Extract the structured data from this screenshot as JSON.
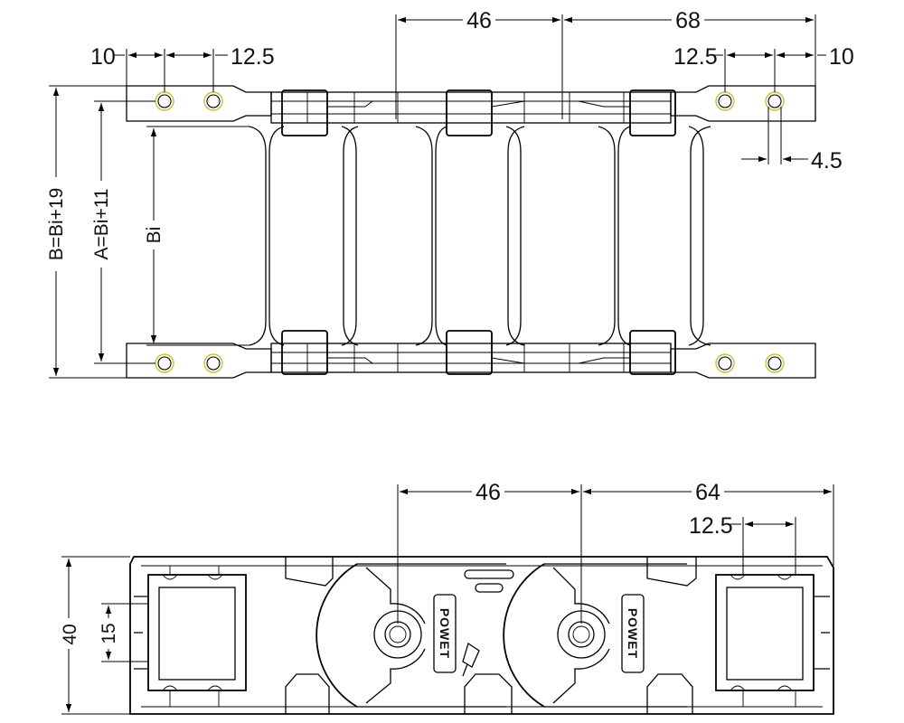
{
  "top_view": {
    "dim_pitch": "46",
    "dim_end_length": "68",
    "dim_left_edge_to_hole": "10",
    "dim_left_hole_spacing": "12.5",
    "dim_right_hole_spacing": "12.5",
    "dim_right_hole_to_edge": "10",
    "dim_hole_diameter": "4.5",
    "dim_outer_width": "B=Bi+19",
    "dim_mount_width": "A=Bi+11",
    "dim_inner_width": "Bi"
  },
  "side_view": {
    "dim_pitch": "46",
    "dim_end_length": "64",
    "dim_hole_spacing": "12.5",
    "dim_height": "40",
    "dim_opening": "15",
    "brand_left": "POWET",
    "brand_right": "POWET"
  },
  "colors": {
    "line": "#000000",
    "hole_highlight": "#c9c23a",
    "background": "#ffffff"
  }
}
